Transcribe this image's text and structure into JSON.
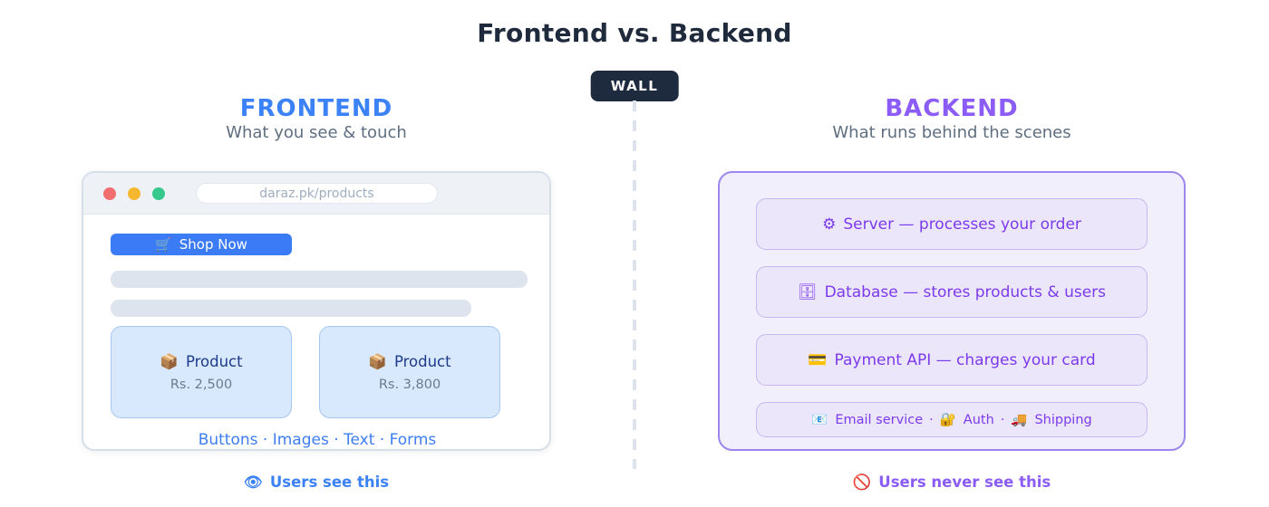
{
  "page": {
    "title": "Frontend vs. Backend",
    "wall_label": "WALL"
  },
  "colors": {
    "frontend_accent": "#3b82f6",
    "backend_accent": "#8b5cf6",
    "backend_row_text": "#7c3aed",
    "wall_badge_bg": "#1e2a3d",
    "traffic_red": "#f26d6d",
    "traffic_yellow": "#f6b730",
    "traffic_green": "#36c98c",
    "card_bg": "#d8e9fd",
    "backend_panel_bg": "#f2effc"
  },
  "frontend": {
    "heading": "FRONTEND",
    "subtitle": "What you see & touch",
    "browser": {
      "url": "daraz.pk/products",
      "shop_button": {
        "icon": "🛒",
        "label": "Shop Now"
      },
      "products": [
        {
          "icon": "📦",
          "name": "Product",
          "price": "Rs. 2,500"
        },
        {
          "icon": "📦",
          "name": "Product",
          "price": "Rs. 3,800"
        }
      ],
      "footer": "Buttons · Images · Text · Forms"
    },
    "caption": {
      "icon": "👁",
      "label": "Users see this"
    }
  },
  "backend": {
    "heading": "BACKEND",
    "subtitle": "What runs behind the scenes",
    "rows": [
      {
        "icon": "⚙",
        "label": "Server — processes your order"
      },
      {
        "icon": "🗄",
        "label": "Database — stores products & users"
      },
      {
        "icon": "💳",
        "label": "Payment API — charges your card"
      }
    ],
    "services": {
      "separator": "·",
      "items": [
        {
          "icon": "📧",
          "label": "Email service"
        },
        {
          "icon": "🔐",
          "label": "Auth"
        },
        {
          "icon": "🚚",
          "label": "Shipping"
        }
      ]
    },
    "caption": {
      "icon": "🚫",
      "label": "Users never see this"
    }
  }
}
